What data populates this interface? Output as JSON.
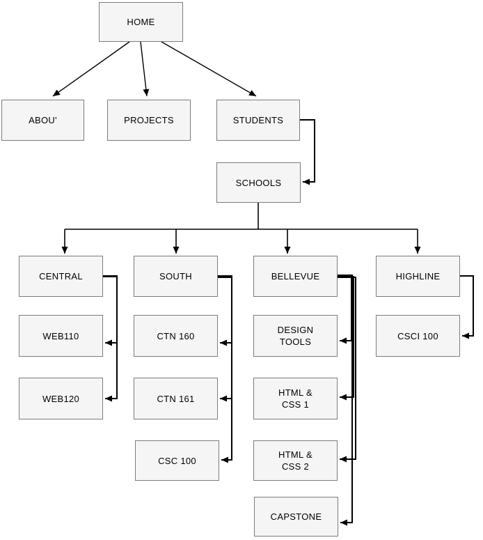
{
  "diagram": {
    "type": "sitemap-flowchart",
    "colors": {
      "node_fill": "#f5f5f5",
      "node_border": "#7b7b7b",
      "connector": "#000000",
      "background": "#ffffff"
    }
  },
  "nodes": {
    "home": {
      "label": "HOME"
    },
    "about": {
      "label": "ABOU'"
    },
    "projects": {
      "label": "PROJECTS"
    },
    "students": {
      "label": "STUDENTS"
    },
    "schools": {
      "label": "SCHOOLS"
    },
    "central": {
      "label": "CENTRAL"
    },
    "south": {
      "label": "SOUTH"
    },
    "bellevue": {
      "label": "BELLEVUE"
    },
    "highline": {
      "label": "HIGHLINE"
    },
    "web110": {
      "label": "WEB110"
    },
    "web120": {
      "label": "WEB120"
    },
    "ctn160": {
      "label": "CTN 160"
    },
    "ctn161": {
      "label": "CTN 161"
    },
    "csc100": {
      "label": "CSC 100"
    },
    "design_tools": {
      "label": "DESIGN\nTOOLS"
    },
    "html_css_1": {
      "label": "HTML &\nCSS 1"
    },
    "html_css_2": {
      "label": "HTML &\nCSS 2"
    },
    "capstone": {
      "label": "CAPSTONE"
    },
    "csci100": {
      "label": "CSCI 100"
    }
  },
  "edges": [
    {
      "from": "home",
      "to": "about"
    },
    {
      "from": "home",
      "to": "projects"
    },
    {
      "from": "home",
      "to": "students"
    },
    {
      "from": "students",
      "to": "schools"
    },
    {
      "from": "schools",
      "to": "central"
    },
    {
      "from": "schools",
      "to": "south"
    },
    {
      "from": "schools",
      "to": "bellevue"
    },
    {
      "from": "schools",
      "to": "highline"
    },
    {
      "from": "central",
      "to": "web110"
    },
    {
      "from": "central",
      "to": "web120"
    },
    {
      "from": "south",
      "to": "ctn160"
    },
    {
      "from": "south",
      "to": "ctn161"
    },
    {
      "from": "south",
      "to": "csc100"
    },
    {
      "from": "bellevue",
      "to": "design_tools"
    },
    {
      "from": "bellevue",
      "to": "html_css_1"
    },
    {
      "from": "bellevue",
      "to": "html_css_2"
    },
    {
      "from": "bellevue",
      "to": "capstone"
    },
    {
      "from": "highline",
      "to": "csci100"
    }
  ]
}
